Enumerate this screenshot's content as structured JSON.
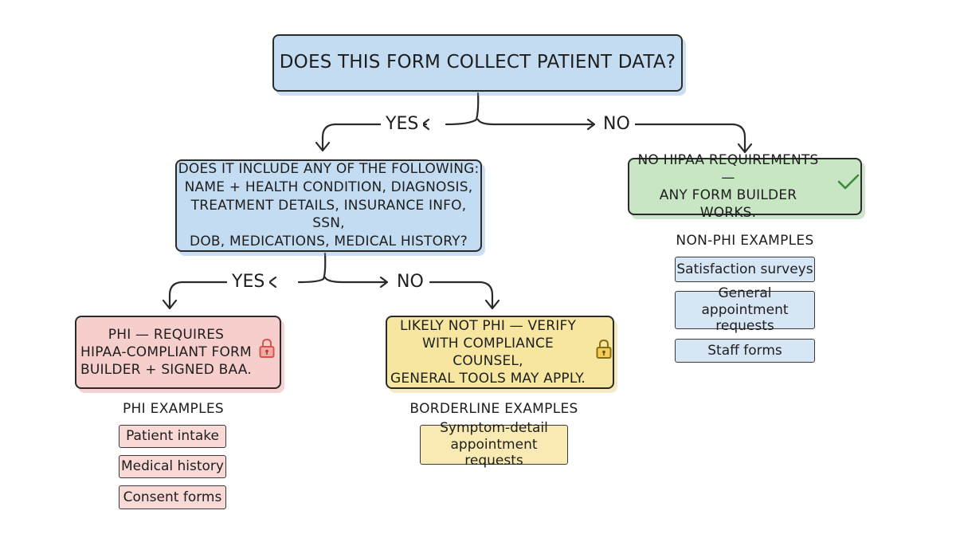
{
  "colors": {
    "question": "#c3dcf2",
    "no_requirements": "#c8e6c4",
    "phi": "#f6cfcc",
    "likely_not_phi": "#f7e6a0",
    "stroke": "#2a2a2a",
    "lock_red": "#d9534f",
    "lock_yellow": "#d4a017",
    "check_green": "#3c8a3c"
  },
  "q1": {
    "text": "DOES THIS FORM COLLECT PATIENT DATA?"
  },
  "branches": {
    "q1_yes": "YES",
    "q1_no": "NO",
    "q2_yes": "YES",
    "q2_no": "NO"
  },
  "q2": {
    "lines": [
      "DOES IT INCLUDE ANY OF THE FOLLOWING:",
      "NAME + HEALTH CONDITION, DIAGNOSIS,",
      "TREATMENT DETAILS, INSURANCE INFO, SSN,",
      "DOB, MEDICATIONS, MEDICAL HISTORY?"
    ]
  },
  "no_requirements": {
    "lines": [
      "NO HIPAA REQUIREMENTS —",
      "ANY FORM BUILDER WORKS."
    ],
    "icon": "checkmark-icon"
  },
  "phi": {
    "lines": [
      "PHI — REQUIRES",
      "HIPAA-COMPLIANT FORM",
      "BUILDER + SIGNED BAA."
    ],
    "icon": "lock-icon"
  },
  "likely_not_phi": {
    "lines": [
      "LIKELY NOT PHI — VERIFY",
      "WITH COMPLIANCE COUNSEL,",
      "GENERAL TOOLS MAY APPLY."
    ],
    "icon": "lock-icon"
  },
  "phi_examples": {
    "title": "PHI EXAMPLES",
    "items": [
      "Patient intake",
      "Medical history",
      "Consent forms"
    ]
  },
  "borderline_examples": {
    "title": "BORDERLINE EXAMPLES",
    "items": [
      [
        "Symptom-detail",
        "appointment requests"
      ]
    ]
  },
  "non_phi_examples": {
    "title": "NON-PHI EXAMPLES",
    "items": [
      [
        "Satisfaction surveys"
      ],
      [
        "General appointment",
        "requests"
      ],
      [
        "Staff forms"
      ]
    ]
  }
}
